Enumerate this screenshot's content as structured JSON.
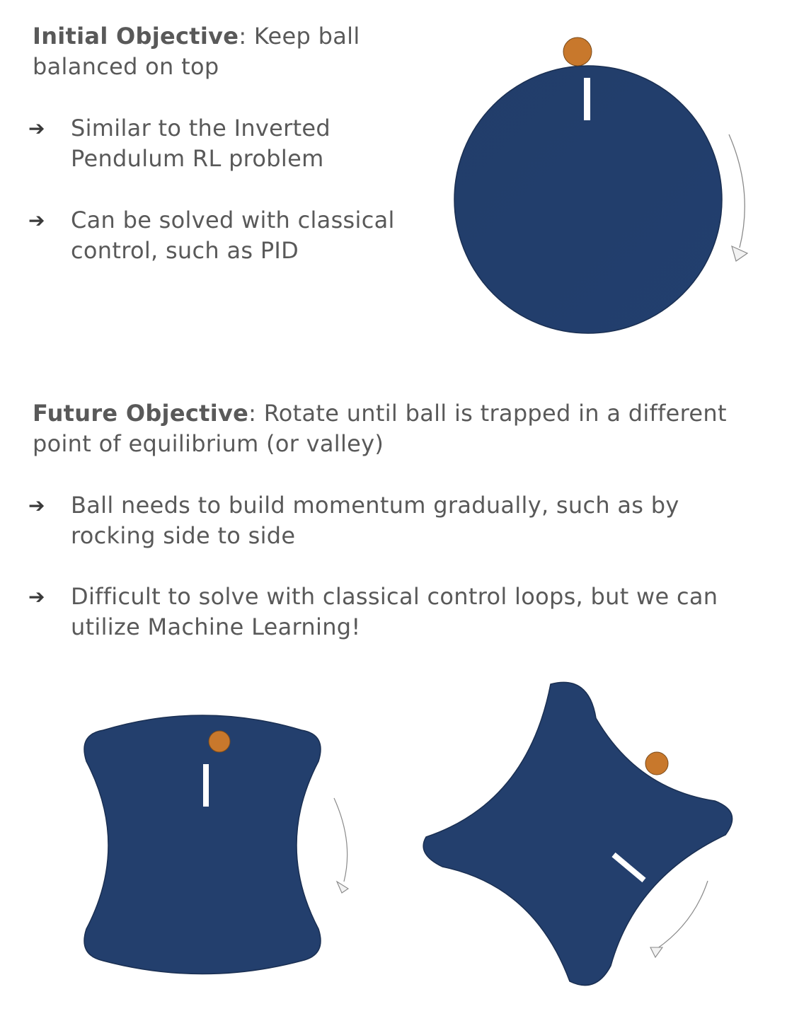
{
  "initial": {
    "title_bold": "Initial Objective",
    "title_rest": ": Keep ball balanced on top",
    "bullets": [
      "Similar to the Inverted Pendulum RL problem",
      "Can be solved with classical control, such as PID"
    ]
  },
  "future": {
    "title_bold": "Future Objective",
    "title_rest": ": Rotate until ball is trapped in a different point of equilibrium (or valley)",
    "bullets": [
      "Ball needs to build momentum gradually, such as by rocking side to side",
      "Difficult to solve with classical control loops, but we can utilize Machine Learning!"
    ]
  },
  "bullet_glyph": "➔",
  "colors": {
    "shape_fill": "#233f6d",
    "ball": "#c8782c",
    "text": "#595959",
    "marker": "#ffffff"
  }
}
